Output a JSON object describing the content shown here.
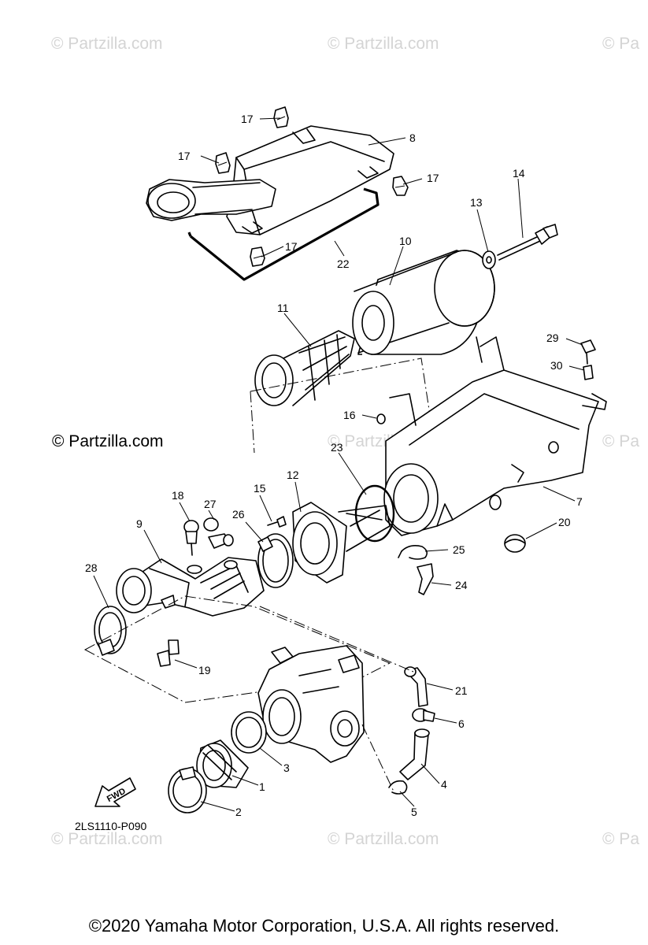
{
  "watermark_text": "© Partzilla.com",
  "watermark_partial": "© Pa",
  "copyright_overlay": "© Partzilla.com",
  "diagram_code": "2LS1110-P090",
  "fwd_label": "FWD",
  "footer": "©2020 Yamaha Motor Corporation, U.S.A. All rights reserved.",
  "callouts": [
    "17",
    "17",
    "8",
    "17",
    "14",
    "13",
    "17",
    "22",
    "10",
    "11",
    "29",
    "30",
    "16",
    "23",
    "12",
    "15",
    "18",
    "27",
    "26",
    "9",
    "28",
    "7",
    "20",
    "25",
    "24",
    "19",
    "21",
    "6",
    "3",
    "1",
    "4",
    "2",
    "5"
  ]
}
